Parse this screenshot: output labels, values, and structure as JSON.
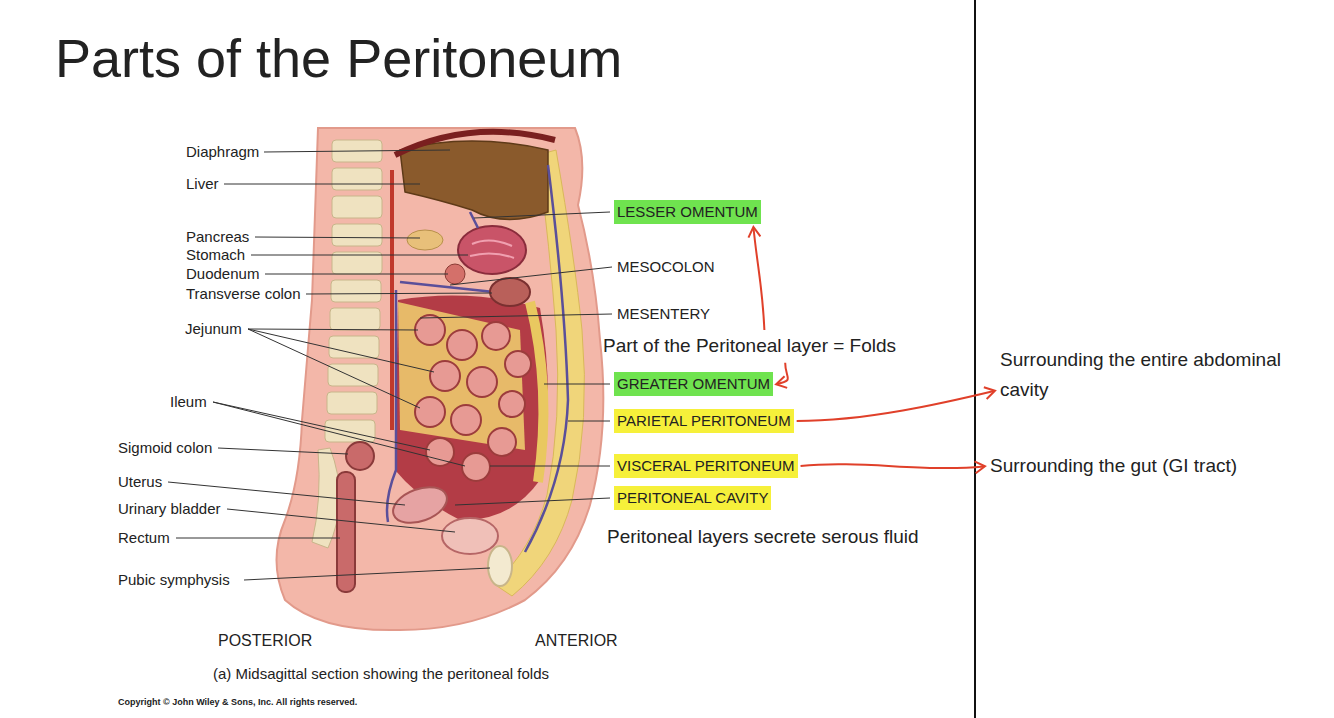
{
  "diagram": {
    "title": "Parts of the Peritoneum",
    "caption": "(a) Midsagittal section showing the peritoneal folds",
    "nodes": [
      {
        "text": [
          "LESSER OMENTUM"
        ]
      },
      {
        "text": [
          "GREATER OMENTUM"
        ]
      },
      {
        "text": [
          "PARIETAL PERITONEUM"
        ]
      },
      {
        "text": [
          "VISCERAL PERITONEUM"
        ]
      },
      {
        "text": [
          "PERITONEAL CAVITY"
        ]
      },
      {
        "text": [
          "Part of the Peritoneal layer = Folds"
        ]
      },
      {
        "text": [
          "Surrounding the entire abdominal cavity"
        ]
      },
      {
        "text": [
          "Surrounding the gut (GI tract)"
        ]
      }
    ],
    "edges": [
      {
        "from": 5,
        "to": 0,
        "arrow": "to"
      },
      {
        "from": 5,
        "to": 1,
        "arrow": "to"
      },
      {
        "from": 2,
        "to": 6,
        "arrow": "to"
      },
      {
        "from": 3,
        "to": 7,
        "arrow": "to"
      }
    ],
    "labels": [
      "Diaphragm",
      "Liver",
      "Pancreas",
      "Stomach",
      "Duodenum",
      "Transverse colon",
      "Jejunum",
      "Ileum",
      "Sigmoid colon",
      "Uterus",
      "Urinary bladder",
      "Rectum",
      "Pubic symphysis",
      "MESOCOLON",
      "MESENTERY",
      "Peritoneal layers secrete serous fluid",
      "POSTERIOR",
      "ANTERIOR",
      "Copyright © John Wiley & Sons, Inc. All rights reserved."
    ]
  }
}
